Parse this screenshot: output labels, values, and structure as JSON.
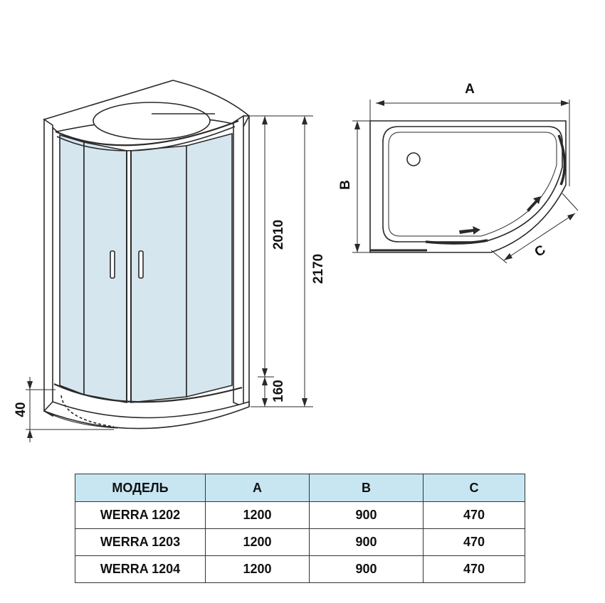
{
  "dimensions": {
    "total_height": "2170",
    "cabin_height": "2010",
    "tray_height": "160",
    "base_offset": "40",
    "width_letter": "A",
    "depth_letter": "B",
    "door_letter": "C"
  },
  "table": {
    "headers": [
      "МОДЕЛЬ",
      "A",
      "B",
      "C"
    ],
    "rows": [
      [
        "WERRA 1202",
        "1200",
        "900",
        "470"
      ],
      [
        "WERRA 1203",
        "1200",
        "900",
        "470"
      ],
      [
        "WERRA 1204",
        "1200",
        "900",
        "470"
      ]
    ]
  },
  "colors": {
    "glass": "#d6e6ef",
    "header_fill": "#c7e6f2",
    "line": "#2a2a2a"
  }
}
